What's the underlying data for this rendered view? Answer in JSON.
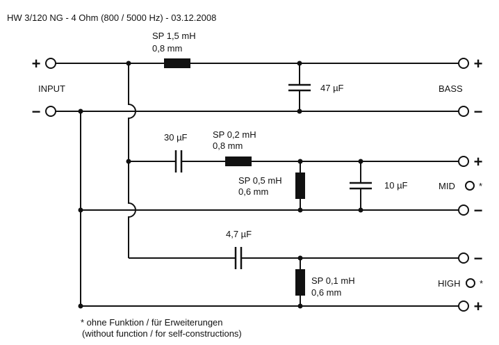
{
  "title": "HW 3/120 NG - 4 Ohm  (800 / 5000 Hz)   -  03.12.2008",
  "input": {
    "label": "INPUT",
    "plus": "+",
    "minus": "−"
  },
  "outputs": {
    "bass": {
      "label": "BASS",
      "top_sign": "+",
      "bottom_sign": "−"
    },
    "mid": {
      "label": "MID",
      "top_sign": "+",
      "bottom_sign": "−",
      "star": "*"
    },
    "high": {
      "label": "HIGH",
      "top_sign": "−",
      "bottom_sign": "+",
      "star": "*"
    }
  },
  "components": {
    "l1": {
      "line1": "SP 1,5 mH",
      "line2": "0,8 mm"
    },
    "c1": {
      "value": "47 µF"
    },
    "c2": {
      "value": "30 µF"
    },
    "l2": {
      "line1": "SP 0,2 mH",
      "line2": "0,8 mm"
    },
    "l3": {
      "line1": "SP 0,5 mH",
      "line2": "0,6 mm"
    },
    "c3": {
      "value": "10 µF"
    },
    "c4": {
      "value": "4,7 µF"
    },
    "l4": {
      "line1": "SP 0,1 mH",
      "line2": "0,6 mm"
    }
  },
  "footnote": {
    "line1": "* ohne Funktion / für Erweiterungen",
    "line2": "(without function / for self-constructions)"
  }
}
